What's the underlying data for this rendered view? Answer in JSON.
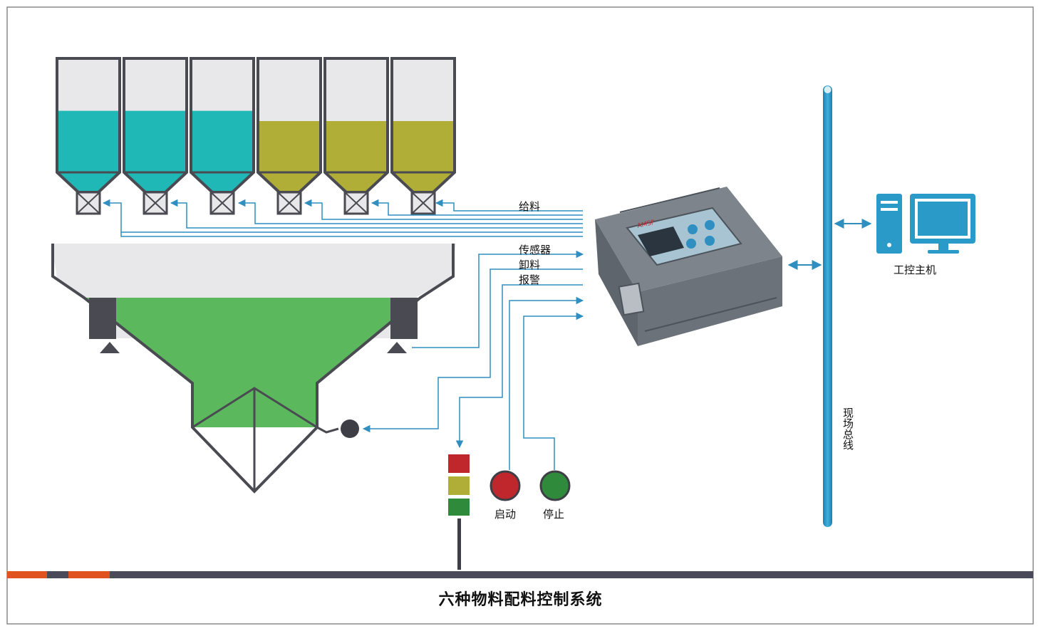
{
  "title": "六种物料配料控制系统",
  "signals": {
    "feed": "给料",
    "sensor": "传感器",
    "discharge": "卸料",
    "alarm": "报警"
  },
  "buttons": {
    "start": "启动",
    "stop": "停止"
  },
  "bus_label": "现场总线",
  "host_label": "工控主机",
  "plc_brand": "AMSP",
  "silos": [
    {
      "id": 1,
      "material_color": "#1fb8b6",
      "fill_level": 0.54
    },
    {
      "id": 2,
      "material_color": "#1fb8b6",
      "fill_level": 0.54
    },
    {
      "id": 3,
      "material_color": "#1fb8b6",
      "fill_level": 0.54
    },
    {
      "id": 4,
      "material_color": "#b0ae36",
      "fill_level": 0.45
    },
    {
      "id": 5,
      "material_color": "#b0ae36",
      "fill_level": 0.45
    },
    {
      "id": 6,
      "material_color": "#b0ae36",
      "fill_level": 0.45
    }
  ],
  "colors": {
    "line_blue": "#2e8fc0",
    "bus_blue": "#2a9ac9",
    "mixer_green": "#5cb85c",
    "outline": "#4a4a52",
    "light_red": "#c0272d",
    "light_yellow": "#b0ae36",
    "light_green": "#2f8a3c",
    "accent_orange": "#e0531f"
  }
}
